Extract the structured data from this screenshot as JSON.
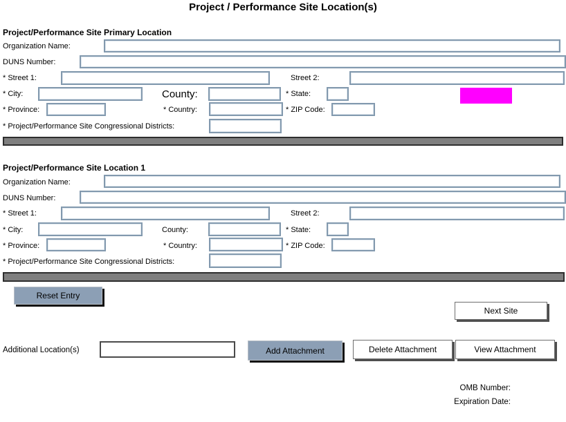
{
  "title": "Project / Performance Site Location(s)",
  "sections": [
    {
      "heading": "Project/Performance Site Primary Location",
      "labels": {
        "organization_name": "Organization Name:",
        "duns_number": "DUNS Number:",
        "street1": "* Street 1:",
        "street2": "Street 2:",
        "city": "* City:",
        "county": "County:",
        "state": "* State:",
        "province": "* Province:",
        "country": "* Country:",
        "zip": "* ZIP Code:",
        "congressional_districts": "* Project/Performance Site Congressional Districts:"
      },
      "values": {
        "organization_name": "",
        "duns_number": "",
        "street1": "",
        "street2": "",
        "city": "",
        "county": "",
        "state": "",
        "province": "",
        "country": "",
        "zip": "",
        "congressional_districts": ""
      }
    },
    {
      "heading": "Project/Performance Site Location 1",
      "labels": {
        "organization_name": "Organization Name:",
        "duns_number": "DUNS Number:",
        "street1": "* Street 1:",
        "street2": "Street 2:",
        "city": "* City:",
        "county": "County:",
        "state": "* State:",
        "province": "* Province:",
        "country": "* Country:",
        "zip": "* ZIP Code:",
        "congressional_districts": "* Project/Performance Site Congressional Districts:"
      },
      "values": {
        "organization_name": "",
        "duns_number": "",
        "street1": "",
        "street2": "",
        "city": "",
        "county": "",
        "state": "",
        "province": "",
        "country": "",
        "zip": "",
        "congressional_districts": ""
      }
    }
  ],
  "buttons": {
    "reset_entry": "Reset Entry",
    "next_site": "Next Site",
    "add_attachment": "Add Attachment",
    "delete_attachment": "Delete Attachment",
    "view_attachment": "View Attachment"
  },
  "additional_locations": {
    "label": "Additional Location(s)",
    "value": ""
  },
  "footer": {
    "omb_number": "OMB Number:",
    "expiration_date": "Expiration Date:"
  },
  "colors": {
    "field_border": "#8299AE",
    "button_fill": "#8C9FB5",
    "divider_bar": "#7F7F7F",
    "highlight": "#FF00FF"
  }
}
